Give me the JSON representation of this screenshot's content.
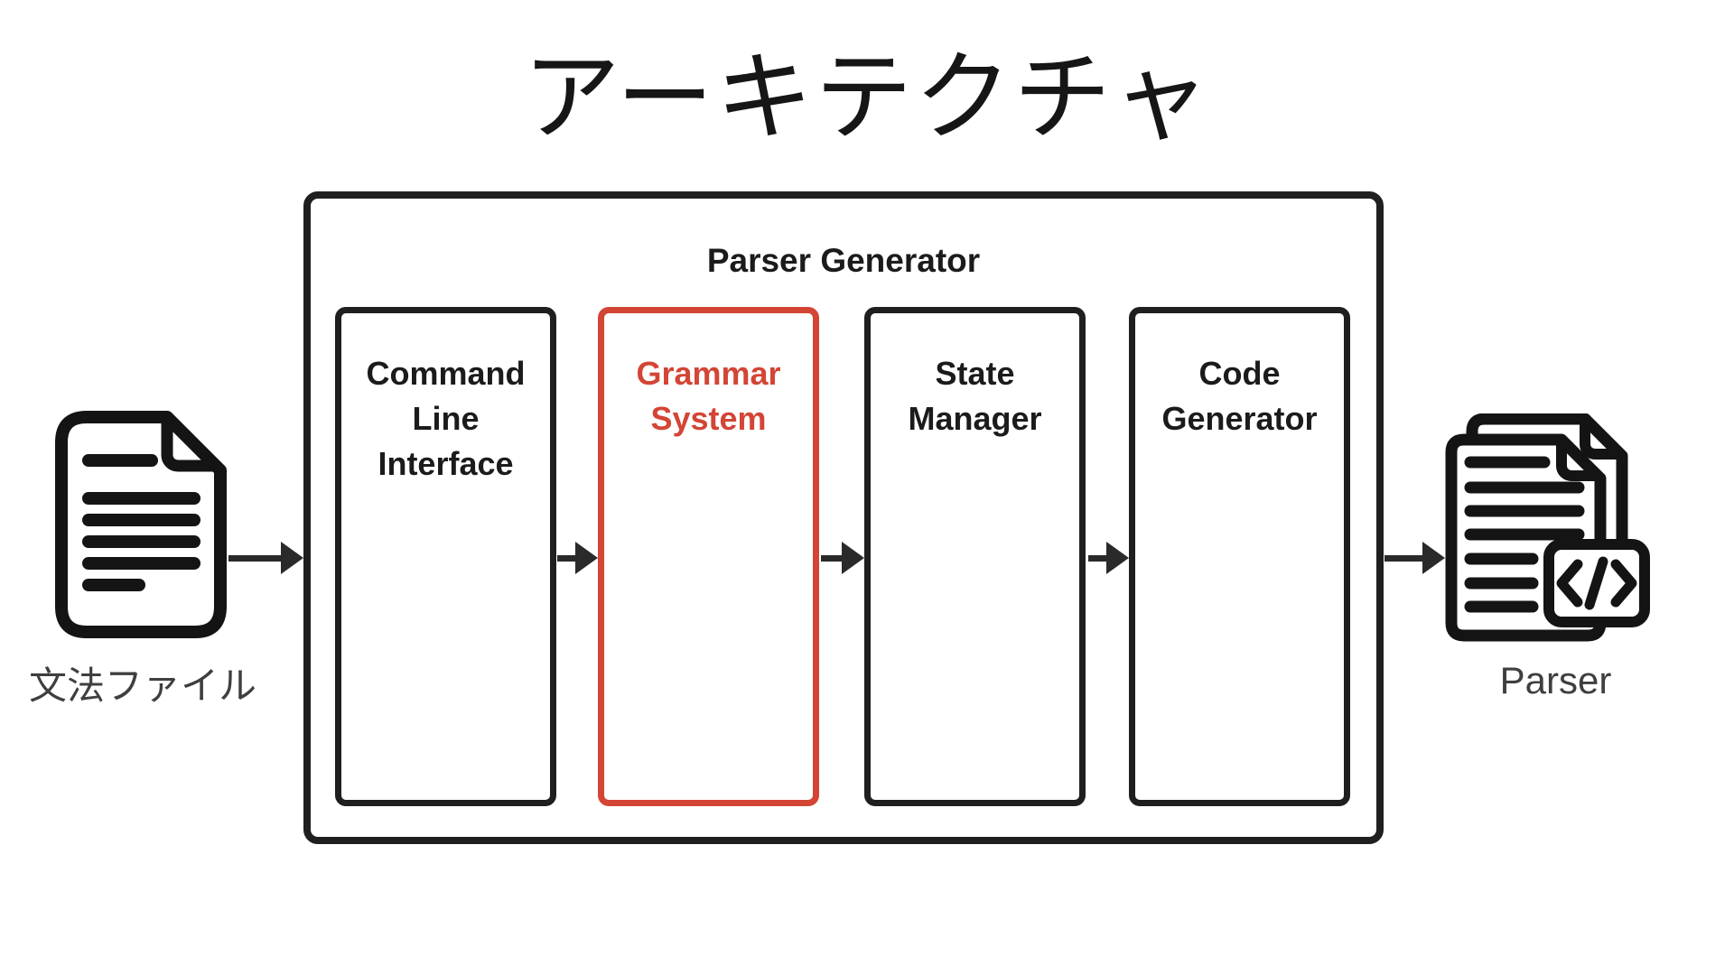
{
  "page": {
    "title": "アーキテクチャ"
  },
  "diagram": {
    "group_label": "Parser Generator",
    "modules": [
      {
        "id": "command-line-interface",
        "label": "Command\nLine\nInterface",
        "highlighted": false
      },
      {
        "id": "grammar-system",
        "label": "Grammar\nSystem",
        "highlighted": true
      },
      {
        "id": "state-manager",
        "label": "State\nManager",
        "highlighted": false
      },
      {
        "id": "code-generator",
        "label": "Code\nGenerator",
        "highlighted": false
      }
    ],
    "flow": [
      "grammar-file",
      "parser-generator",
      "parser-output"
    ],
    "input": {
      "label": "文法ファイル",
      "icon": "grammar-file-document-icon"
    },
    "output": {
      "label": "Parser",
      "icon": "parser-code-documents-icon"
    }
  },
  "colors": {
    "background": "#ffffff",
    "ink": "#1f1f1f",
    "accent": "#d34535",
    "caption": "#3f3f3f"
  }
}
